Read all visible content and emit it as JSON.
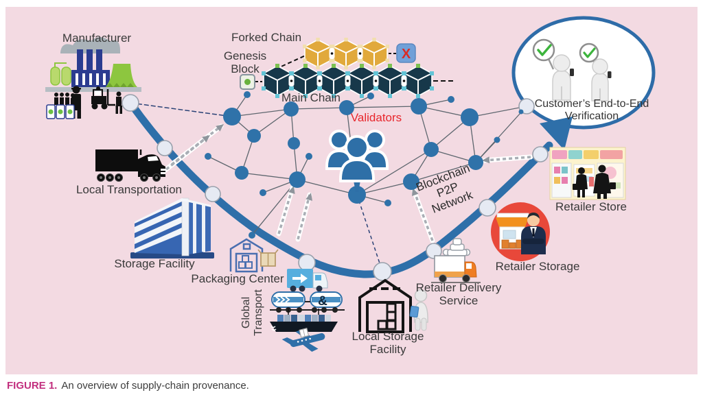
{
  "figure": {
    "caption_label": "FIGURE 1.",
    "caption_text": "An overview of supply-chain provenance."
  },
  "labels": {
    "manufacturer": "Manufacturer",
    "forked_chain": "Forked Chain",
    "genesis_line1": "Genesis",
    "genesis_line2": "Block",
    "main_chain": "Main Chain",
    "validators": "Validators",
    "customer_line1": "Customer’s End-to-End",
    "customer_line2": "Verification",
    "local_transportation": "Local Transportation",
    "storage_facility": "Storage Facility",
    "packaging_center": "Packaging Center",
    "global_line1": "Global",
    "global_line2": "Transport",
    "local_storage_line1": "Local Storage",
    "local_storage_line2": "Facility",
    "retailer_delivery_line1": "Retailer Delivery",
    "retailer_delivery_line2": "Service",
    "retailer_storage": "Retailer Storage",
    "retailer_store": "Retailer Store",
    "p2p_line1": "Blockchain",
    "p2p_line2": "P2P",
    "p2p_line3": "Network",
    "rejected_x": "X",
    "train_ampersand": "&"
  },
  "colors": {
    "background_pink": "#f3dae2",
    "network_blue": "#2f72a9",
    "arc_blue": "#2e6fa9",
    "validators_red": "#e8262c",
    "main_chain_cube": "#17384a",
    "forked_chain_cube": "#e1a93c",
    "caption_accent": "#c22f7e"
  }
}
